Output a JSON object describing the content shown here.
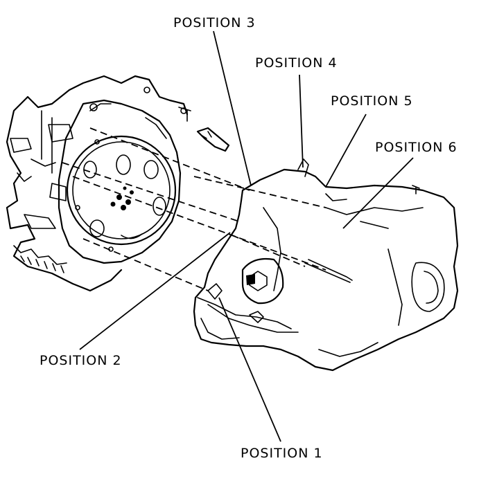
{
  "diagram": {
    "labels": {
      "position_1": "POSITION 1",
      "position_2": "POSITION 2",
      "position_3": "POSITION 3",
      "position_4": "POSITION 4",
      "position_5": "POSITION 5",
      "position_6": "POSITION 6"
    }
  }
}
